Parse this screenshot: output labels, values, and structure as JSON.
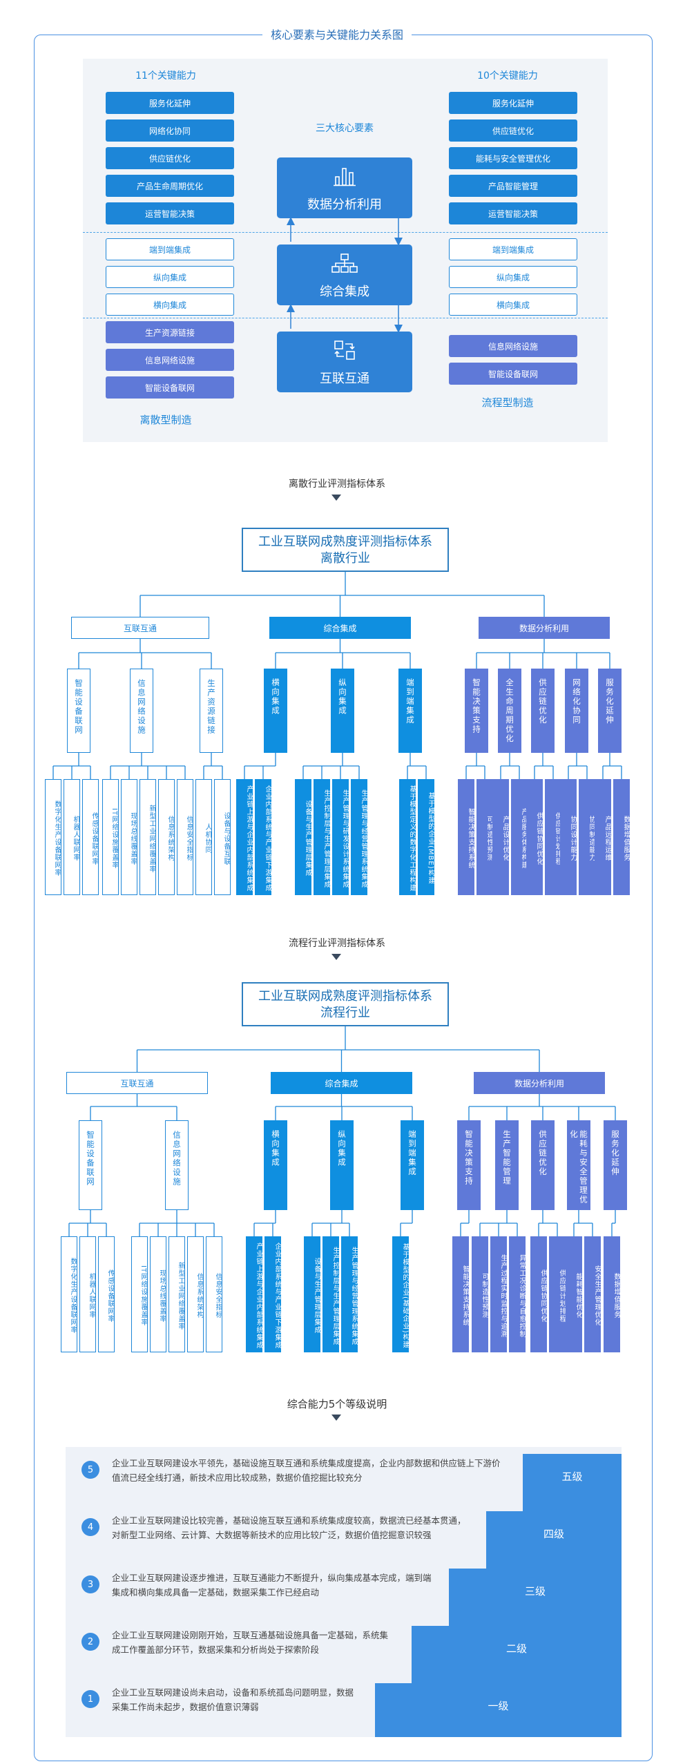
{
  "frame_title": "核心要素与关键能力关系图",
  "overview": {
    "left_header": "11个关键能力",
    "right_header": "10个关键能力",
    "center_header": "三大核心要素",
    "left_top": [
      "服务化延伸",
      "网络化协同",
      "供应链优化",
      "产品生命周期优化",
      "运营智能决策"
    ],
    "left_mid": [
      "端到端集成",
      "纵向集成",
      "横向集成"
    ],
    "left_bottom": [
      "生产资源链接",
      "信息网络设施",
      "智能设备联网"
    ],
    "left_footer": "离散型制造",
    "right_top": [
      "服务化延伸",
      "供应链优化",
      "能耗与安全管理优化",
      "产品智能管理",
      "运营智能决策"
    ],
    "right_mid": [
      "端到端集成",
      "纵向集成",
      "横向集成"
    ],
    "right_bottom": [
      "信息网络设施",
      "智能设备联网"
    ],
    "right_footer": "流程型制造",
    "cores": [
      {
        "label": "数据分析利用",
        "icon": "bar-chart-icon"
      },
      {
        "label": "综合集成",
        "icon": "hierarchy-icon"
      },
      {
        "label": "互联互通",
        "icon": "connect-icon"
      }
    ]
  },
  "discrete": {
    "section_label": "离散行业评测指标体系",
    "root_line1": "工业互联网成熟度评测指标体系",
    "root_line2": "离散行业",
    "level1": [
      "互联互通",
      "综合集成",
      "数据分析利用"
    ],
    "level2": [
      {
        "group": 0,
        "label": "智能设备联网",
        "children": [
          "数字化生产设备联网率",
          "机器人联网率",
          "传感设备联网率"
        ]
      },
      {
        "group": 0,
        "label": "信息网络设施",
        "children": [
          "IT网络设施覆盖率",
          "现场总线覆盖率",
          "新型工业网络覆盖率",
          "信息系统架构",
          "信息安全指标"
        ]
      },
      {
        "group": 0,
        "label": "生产资源链接",
        "children": [
          "人机协同",
          "设备与设备互联"
        ]
      },
      {
        "group": 1,
        "label": "横向集成",
        "children": [
          "产业链上游与企业内部系统集成",
          "企业内部系统与产业链下游集成"
        ]
      },
      {
        "group": 1,
        "label": "纵向集成",
        "children": [
          "设备与生产管理层集成",
          "生产控制层与生产管理层集成",
          "生产管理与研发设计系统集成",
          "生产管理与经营管理系统集成"
        ]
      },
      {
        "group": 1,
        "label": "端到端集成",
        "children": [
          "基于模型定义的数字化工程构建",
          "基于模型的企业(MBE)构建"
        ]
      },
      {
        "group": 2,
        "label": "智能决策支持",
        "children": [
          "智能决策支持系统",
          "可制造性预测"
        ]
      },
      {
        "group": 2,
        "label": "全生命周期优化",
        "children": [
          "产品设计优化",
          "产品服务体系构建"
        ]
      },
      {
        "group": 2,
        "label": "供应链优化",
        "children": [
          "供应链协同优化",
          "供应链计划排程"
        ]
      },
      {
        "group": 2,
        "label": "网络化协同",
        "children": [
          "协同设计能力",
          "协同制造能力"
        ]
      },
      {
        "group": 2,
        "label": "服务化延伸",
        "children": [
          "产品远程运维",
          "数据增值服务"
        ]
      }
    ]
  },
  "process": {
    "section_label": "流程行业评测指标体系",
    "root_line1": "工业互联网成熟度评测指标体系",
    "root_line2": "流程行业",
    "level1": [
      "互联互通",
      "综合集成",
      "数据分析利用"
    ],
    "level2": [
      {
        "group": 0,
        "label": "智能设备联网",
        "children": [
          "数字化生产设备联网率",
          "机器人联网率",
          "传感设备联网率"
        ]
      },
      {
        "group": 0,
        "label": "信息网络设施",
        "children": [
          "IT网络设施覆盖率",
          "现场总线覆盖率",
          "新型工业网络覆盖率",
          "信息系统架构",
          "信息安全指标"
        ]
      },
      {
        "group": 1,
        "label": "横向集成",
        "children": [
          "产业链上游与企业内部系统集成",
          "企业内部系统与产业链下游集成"
        ]
      },
      {
        "group": 1,
        "label": "纵向集成",
        "children": [
          "设备与生产管理层集成",
          "生产控制层与生产管理层集成",
          "生产管理与经营管理系统集成"
        ]
      },
      {
        "group": 1,
        "label": "端到端集成",
        "children": [
          "基于模型的企业(基础企业)构建"
        ]
      },
      {
        "group": 2,
        "label": "智能决策支持",
        "children": [
          "智能决策支持系统"
        ]
      },
      {
        "group": 2,
        "label": "生产智能管理",
        "children": [
          "可制造性预测",
          "生产过程实时监控与追溯",
          "异常工况诊断与自愈控制"
        ]
      },
      {
        "group": 2,
        "label": "供应链优化",
        "children": [
          "供应链协同优化",
          "供应链计划排程"
        ]
      },
      {
        "group": 2,
        "label": "能耗与安全管理优化",
        "children": [
          "能耗智能优化",
          "安全生产管理优化"
        ]
      },
      {
        "group": 2,
        "label": "服务化延伸",
        "children": [
          "数据增值服务"
        ]
      }
    ]
  },
  "levels": {
    "section_label": "综合能力5个等级说明",
    "items": [
      {
        "num": "5",
        "name": "五级",
        "text": "企业工业互联网建设水平领先，基础设施互联互通和系统集成度提高，企业内部数据和供应链上下游价值流已经全线打通，新技术应用比较成熟，数据价值挖掘比较充分"
      },
      {
        "num": "4",
        "name": "四级",
        "text": "企业工业互联网建设比较完善，基础设施互联互通和系统集成度较高，数据流已经基本贯通，对新型工业网络、云计算、大数据等新技术的应用比较广泛，数据价值挖掘意识较强"
      },
      {
        "num": "3",
        "name": "三级",
        "text": "企业工业互联网建设逐步推进，互联互通能力不断提升，纵向集成基本完成，端到端集成和横向集成具备一定基础，数据采集工作已经启动"
      },
      {
        "num": "2",
        "name": "二级",
        "text": "企业工业互联网建设刚刚开始，互联互通基础设施具备一定基础，系统集成工作覆盖部分环节，数据采集和分析尚处于探索阶段"
      },
      {
        "num": "1",
        "name": "一级",
        "text": "企业工业互联网建设尚未启动，设备和系统孤岛问题明显，数据采集工作尚未起步，数据价值意识薄弱"
      }
    ]
  }
}
